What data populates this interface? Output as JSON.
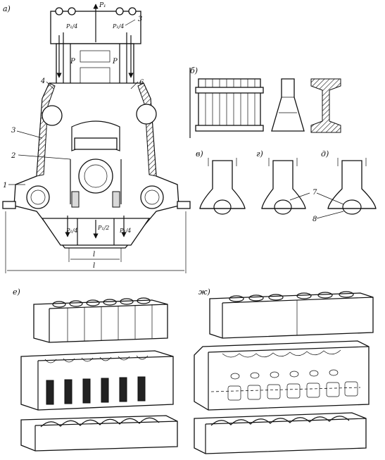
{
  "panels": {
    "a": "а)",
    "b": "б)",
    "v": "в)",
    "g": "г)",
    "d": "д)",
    "e": "е)",
    "zh": "ж)"
  },
  "force_labels": {
    "top_arrow": "P₁",
    "top_left": "P₁/4",
    "top_right": "P₁/4",
    "bolt_left": "P",
    "bolt_right": "P",
    "bottom_left": "P₁/4",
    "bottom_center": "P₁/2",
    "bottom_right": "P₁/4"
  },
  "callouts": {
    "n1": "1",
    "n2": "2",
    "n3_left": "3",
    "n3_top": "3",
    "n4": "4",
    "n6": "6",
    "n7": "7",
    "n8": "8"
  },
  "dimensions": {
    "inner": "l",
    "outer": "l"
  }
}
